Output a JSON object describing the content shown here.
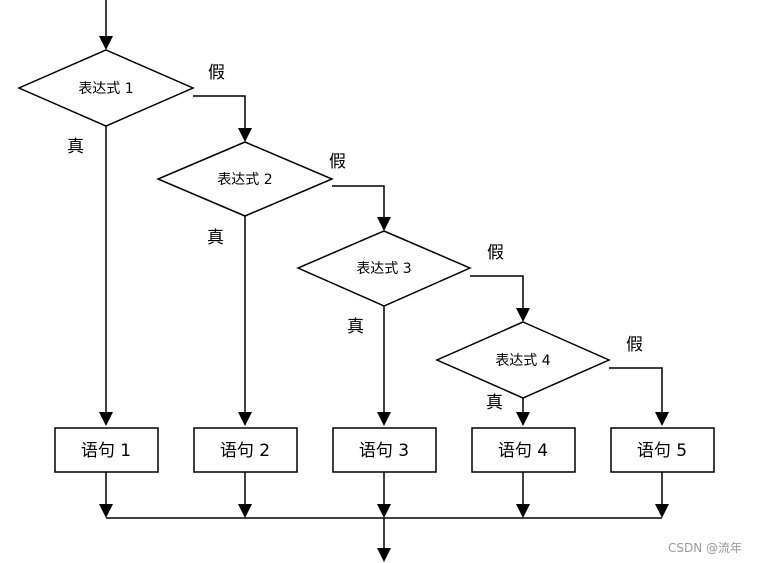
{
  "conditions": [
    {
      "label": "表达式 1",
      "true_label": "真",
      "false_label": "假"
    },
    {
      "label": "表达式 2",
      "true_label": "真",
      "false_label": "假"
    },
    {
      "label": "表达式 3",
      "true_label": "真",
      "false_label": "假"
    },
    {
      "label": "表达式 4",
      "true_label": "真",
      "false_label": "假"
    }
  ],
  "statements": [
    {
      "label": "语句 1"
    },
    {
      "label": "语句 2"
    },
    {
      "label": "语句 3"
    },
    {
      "label": "语句 4"
    },
    {
      "label": "语句 5"
    }
  ],
  "watermark": "CSDN @流年"
}
